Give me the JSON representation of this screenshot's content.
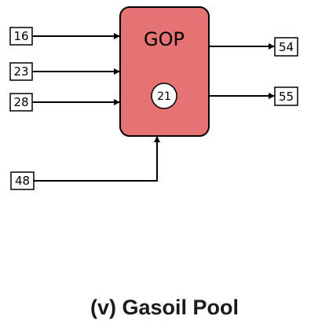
{
  "unit": {
    "name": "GOP",
    "inner_label": "21",
    "fill": "#E57373",
    "stroke": "#000000"
  },
  "inputs": [
    {
      "label": "16"
    },
    {
      "label": "23"
    },
    {
      "label": "28"
    },
    {
      "label": "48"
    }
  ],
  "outputs": [
    {
      "label": "54"
    },
    {
      "label": "55"
    }
  ],
  "caption": "(v) Gasoil Pool"
}
